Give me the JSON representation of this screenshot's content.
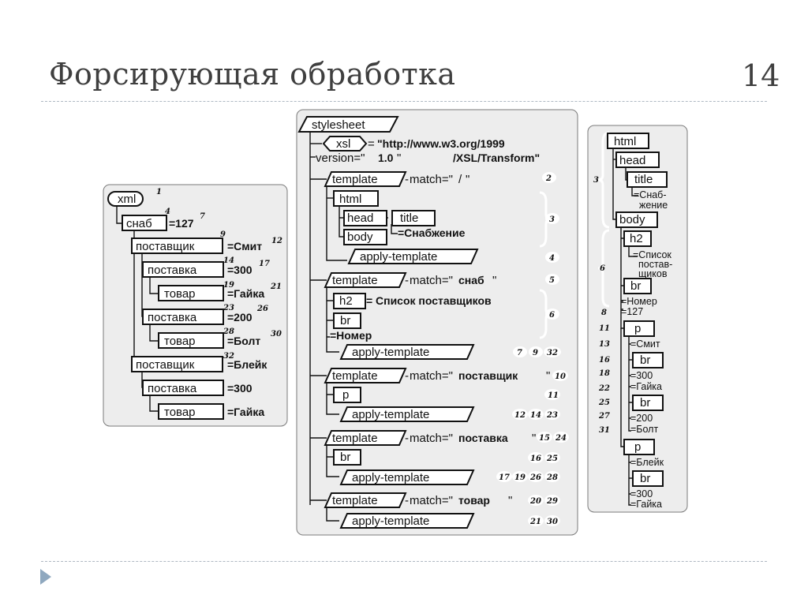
{
  "slide": {
    "title": "Форсирующая обработка",
    "number": "14"
  },
  "xml_tree": {
    "root": "xml",
    "snab": "снаб",
    "snab_val": "=127",
    "supplier": "поставщик",
    "smith": "=Смит",
    "blake": "=Блейк",
    "delivery": "поставка",
    "v300": "=300",
    "v200": "=200",
    "item": "товар",
    "nut": "=Гайка",
    "bolt": "=Болт",
    "nums": [
      "1",
      "4",
      "7",
      "9",
      "12",
      "14",
      "17",
      "19",
      "21",
      "23",
      "26",
      "28",
      "30",
      "32"
    ]
  },
  "stylesheet": {
    "root": "stylesheet",
    "xsl": "xsl",
    "xsl_eq": "=",
    "ns1": "\"http://www.w3.org/1999",
    "ns2": "/XSL/Transform\"",
    "version_label": "version=\"",
    "version_val": "1.0",
    "version_end": "\"",
    "template": "template",
    "match_eq": "match=\"",
    "match_end": "\"",
    "root_match": "/",
    "snab": "снаб",
    "supplier": "поставщик",
    "delivery": "поставка",
    "item": "товар",
    "html": "html",
    "head": "head",
    "title": "title",
    "body": "body",
    "snabzhenie": "=Снабжение",
    "h2": "h2",
    "list": "Список поставщиков",
    "br": "br",
    "nomer": "=Номер",
    "p": "p",
    "apply": "apply-template",
    "badges": [
      "2",
      "3",
      "4",
      "5",
      "6",
      "7",
      "9",
      "32",
      "10",
      "11",
      "12",
      "14",
      "23",
      "15",
      "24",
      "16",
      "25",
      "17",
      "19",
      "26",
      "28",
      "20",
      "29",
      "21",
      "30"
    ]
  },
  "output_tree": {
    "html": "html",
    "head": "head",
    "title": "title",
    "snab1": "=Снаб-",
    "snab2": "жение",
    "body": "body",
    "h2": "h2",
    "list1": "=Список",
    "list2": "постав-",
    "list3": "щиков",
    "br": "br",
    "nomer": "=Номер",
    "n127": "=127",
    "p": "p",
    "smith": "=Смит",
    "v300": "=300",
    "nut": "=Гайка",
    "v200": "=200",
    "bolt": "=Болт",
    "blake": "=Блейк",
    "nums": [
      "3",
      "6",
      "8",
      "11",
      "13",
      "16",
      "18",
      "22",
      "25",
      "27",
      "31"
    ]
  }
}
